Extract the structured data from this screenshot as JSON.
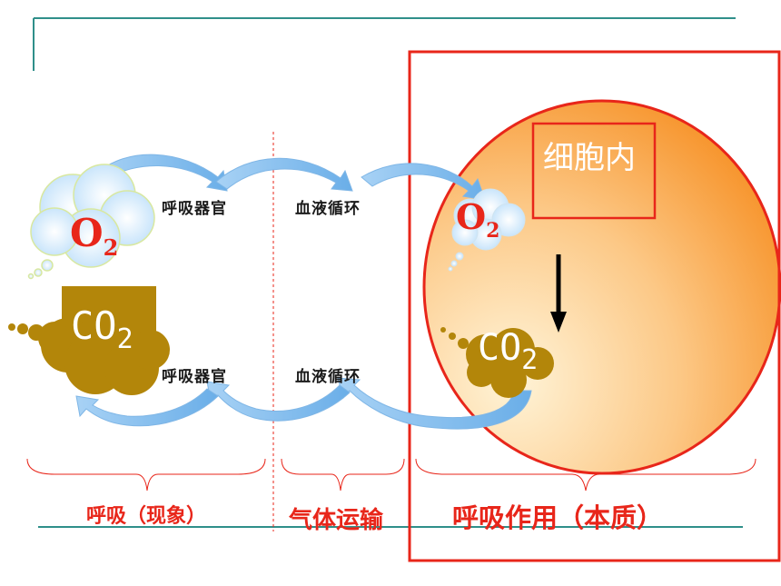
{
  "diagram": {
    "cell_label": "细胞内",
    "organ_label_top": "呼吸器官",
    "blood_label_top": "血液循环",
    "organ_label_bottom": "呼吸器官",
    "blood_label_bottom": "血液循环",
    "o2_left": "O",
    "o2_left_sub": "2",
    "co2_left": "CO",
    "co2_left_sub": "2",
    "o2_right": "O",
    "o2_right_sub": "2",
    "co2_right": "CO",
    "co2_right_sub": "2",
    "section_breathing": "呼吸（现象）",
    "section_transport": "气体运输",
    "section_respiration": "呼吸作用（本质）"
  },
  "colors": {
    "title_line": "#2f8f8a",
    "frame_red": "#e8261a",
    "arrow_blue": "#8ec3ef",
    "cloud_blue": "#cfe8fb",
    "co2_brown": "#b3860a",
    "cell_fill": "#f9a64b"
  }
}
